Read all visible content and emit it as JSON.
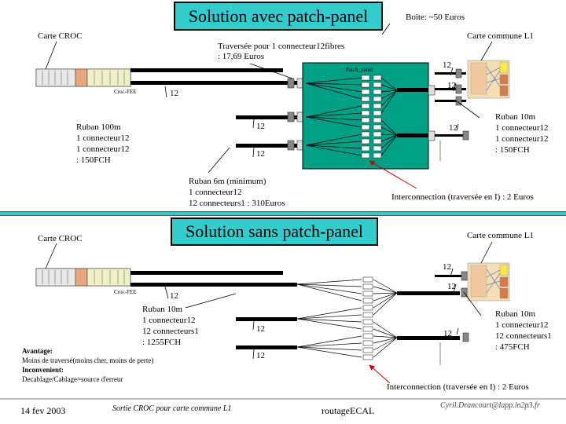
{
  "top": {
    "title": "Solution avec patch-panel",
    "boite_label": "Boite: ~50 Euros",
    "carte_croc": "Carte CROC",
    "carte_commune": "Carte commune L1",
    "traversee_line1": "Traversée pour 1 connecteur12fibres",
    "traversee_line2": ": 17,69 Euros",
    "patch_panel": "Patch_panel",
    "croc_fee": "Croc-FEE",
    "n12": "12",
    "ruban100_line1": "Ruban 100m",
    "ruban100_line2": "1 connecteur12",
    "ruban100_line3": "1 connecteur12",
    "ruban100_line4": ": 150FCH",
    "ruban10_line1": "Ruban 10m",
    "ruban10_line2": "1 connecteur12",
    "ruban10_line3": "1 connecteur12",
    "ruban10_line4": ": 150FCH",
    "ruban6_line1": "Ruban 6m (minimum)",
    "ruban6_line2": "1 connecteur12",
    "ruban6_line3": "12 connecteurs1   : 310Euros",
    "interconnection": "Interconnection (traversée en I) : 2 Euros"
  },
  "bottom": {
    "title": "Solution sans patch-panel",
    "carte_croc": "Carte CROC",
    "carte_commune": "Carte commune L1",
    "croc_fee": "Croc-FEE",
    "n12": "12",
    "ruban10a_line1": "Ruban 10m",
    "ruban10a_line2": "1 connecteur12",
    "ruban10a_line3": "12 connecteurs1",
    "ruban10a_line4": ": 1255FCH",
    "ruban10b_line1": "Ruban 10m",
    "ruban10b_line2": "1 connecteur12",
    "ruban10b_line3": "12 connecteurs1",
    "ruban10b_line4": ": 475FCH",
    "avantage_title": "Avantage:",
    "avantage_text": "Moins de traversé(moins cher, moins de perte)",
    "inconvenient_title": "Inconvenient:",
    "inconvenient_text": "Decablage/Cablage=source d'erreur",
    "interconnection": "Interconnection (traversée en I) : 2 Euros"
  },
  "footer": {
    "date": "14 fev 2003",
    "subtitle": "Sortie CROC pour carte commune L1",
    "center": "routageECAL",
    "author": "Cyril.Drancourt@lapp.in2p3.fr"
  },
  "colors": {
    "title_bg": "#33cccc",
    "patch_panel_bg": "#00a087",
    "separator": "#33cccc",
    "card_bg": "#f5deb3",
    "arrow": "#cc0000"
  }
}
